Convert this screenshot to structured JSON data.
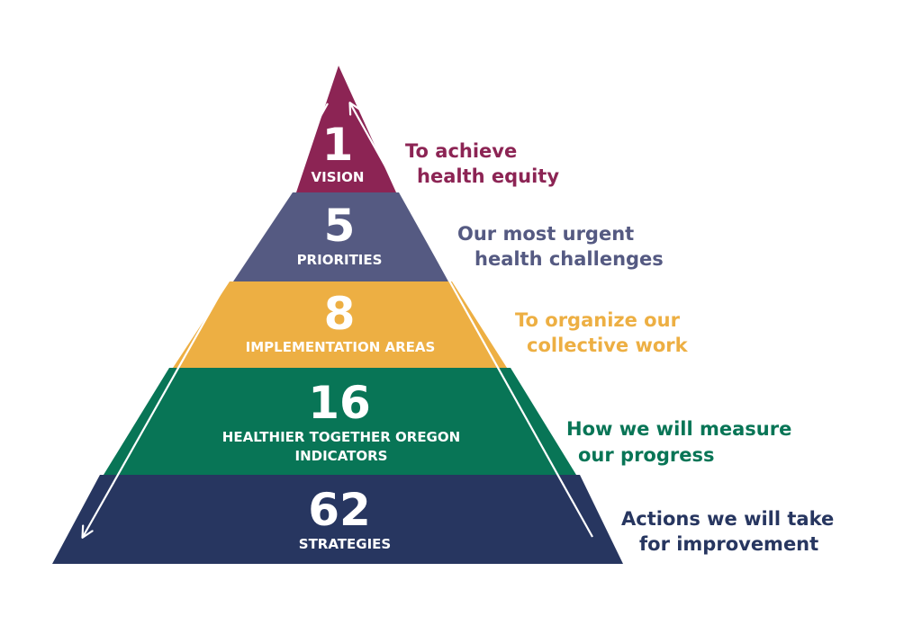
{
  "tiers": [
    {
      "number": "1",
      "label_lines": [
        "VISION"
      ],
      "desc_lines": [
        "To achieve",
        "health equity"
      ],
      "color": "#8c2454"
    },
    {
      "number": "5",
      "label_lines": [
        "PRIORITIES"
      ],
      "desc_lines": [
        "Our most urgent",
        "health challenges"
      ],
      "color": "#555a82"
    },
    {
      "number": "8",
      "label_lines": [
        "IMPLEMENTATION AREAS"
      ],
      "desc_lines": [
        "To organize our",
        "collective work"
      ],
      "color": "#edaf43"
    },
    {
      "number": "16",
      "label_lines": [
        "HEALTHIER TOGETHER OREGON",
        "INDICATORS"
      ],
      "desc_lines": [
        "How we will measure",
        "our progress"
      ],
      "color": "#087556"
    },
    {
      "number": "62",
      "label_lines": [
        "STRATEGIES"
      ],
      "desc_lines": [
        "Actions we will take",
        "for improvement"
      ],
      "color": "#273660"
    }
  ]
}
